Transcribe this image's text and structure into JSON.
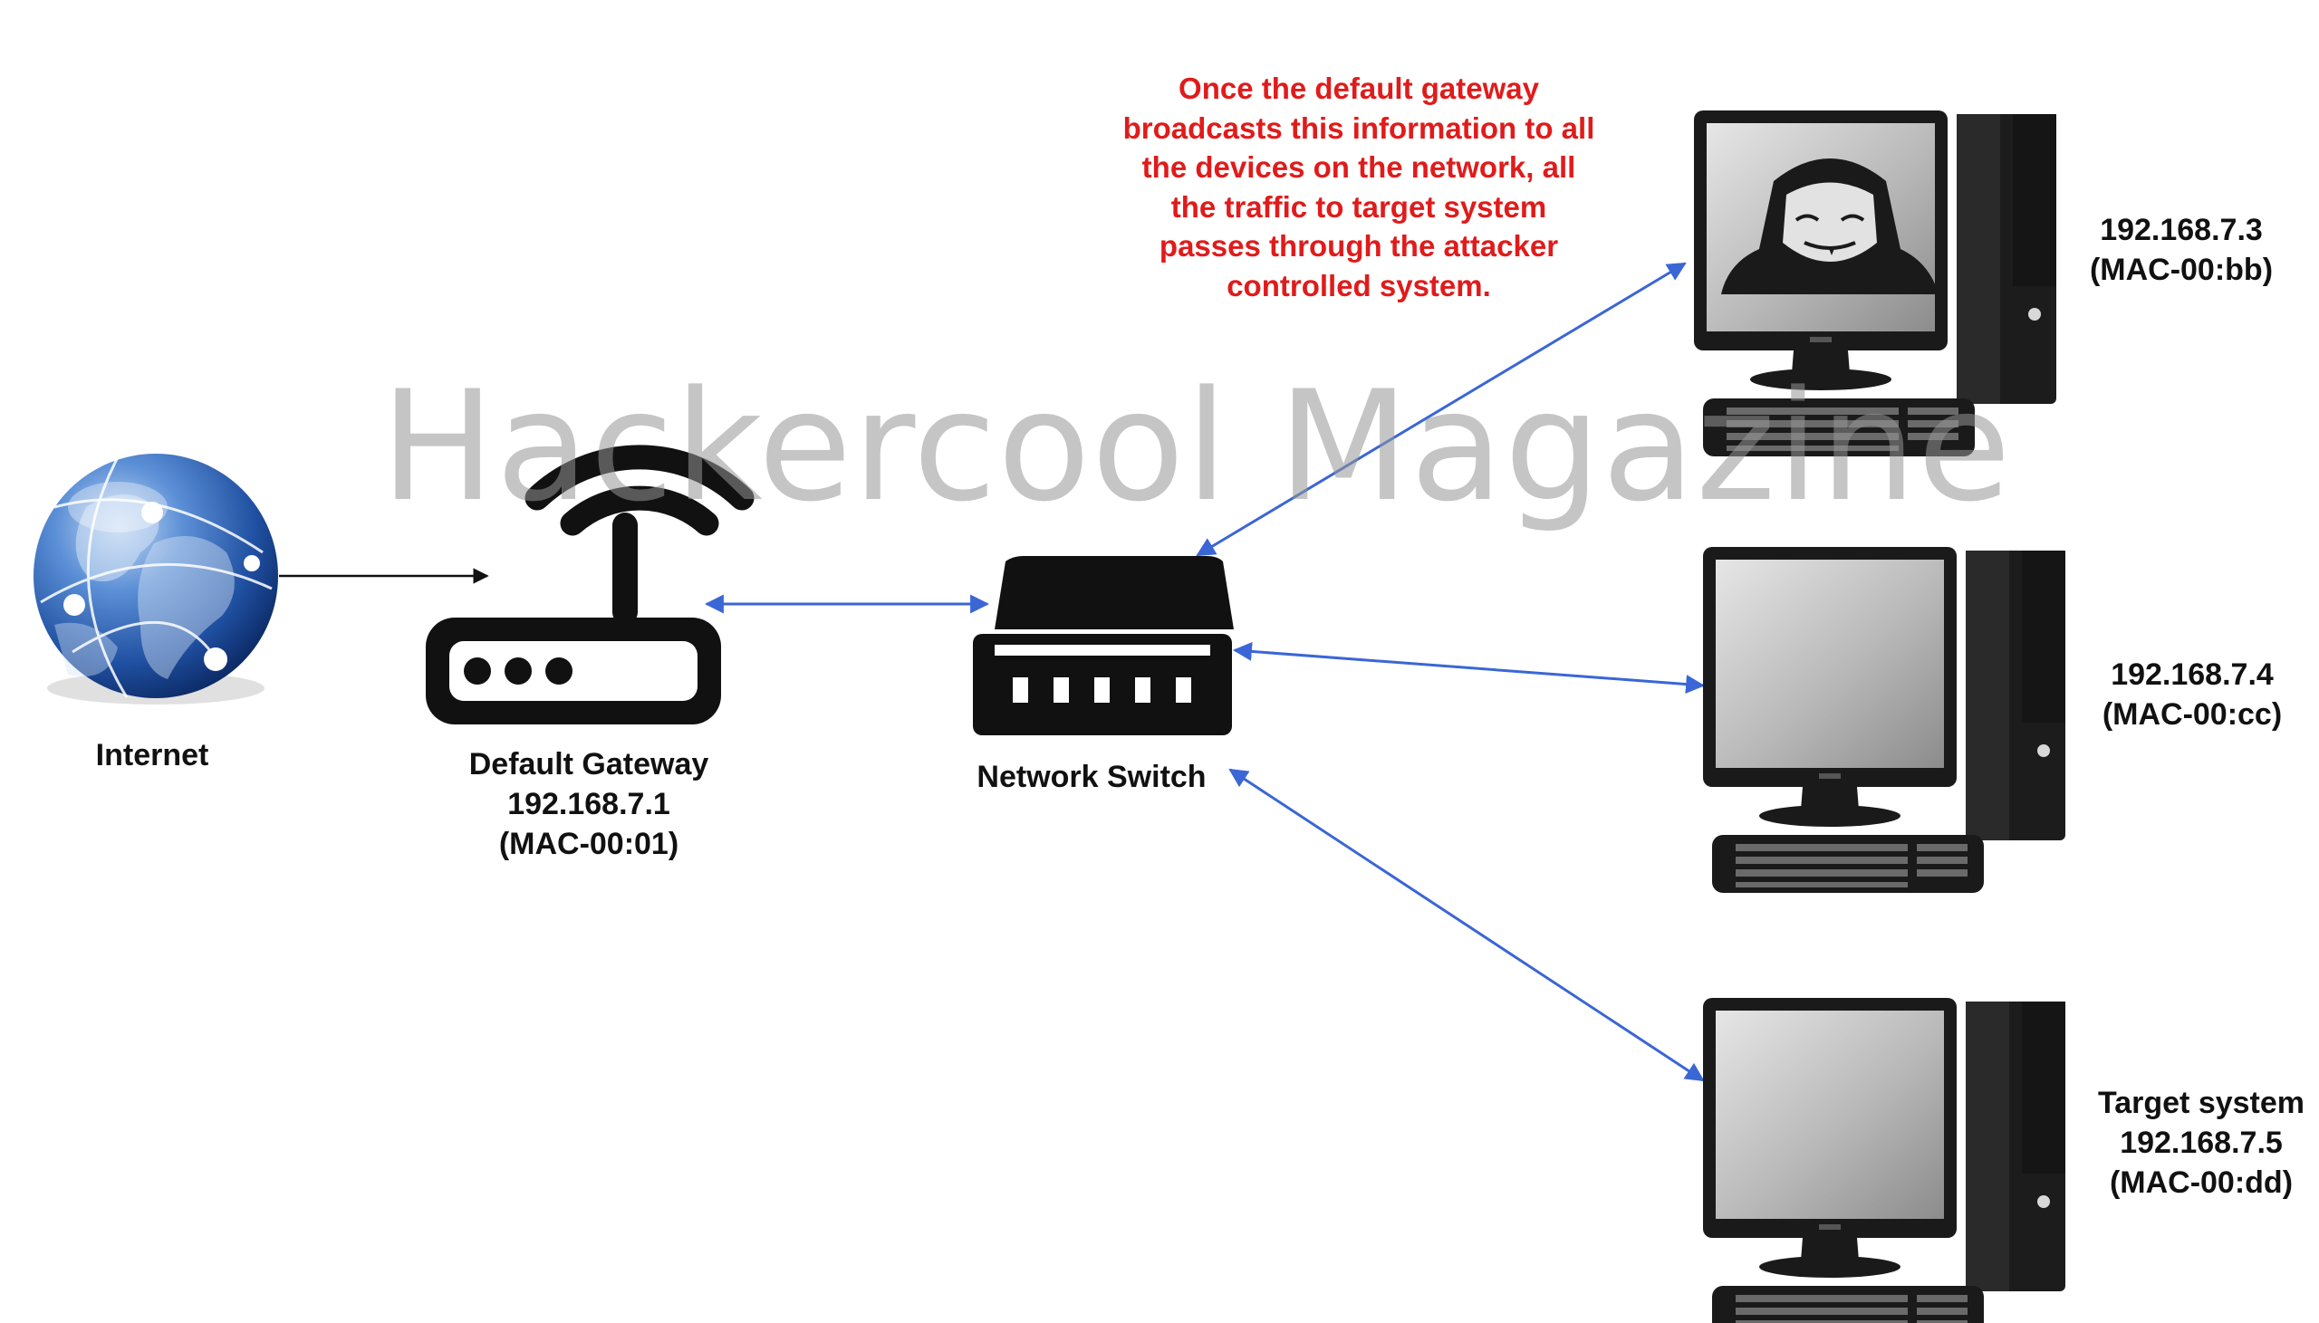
{
  "watermark": "Hackercool Magazine",
  "annotation": {
    "lines": [
      "Once the default gateway",
      "broadcasts this information to all",
      "the devices on the network, all",
      "the traffic to target system",
      "passes through the attacker",
      "controlled system."
    ]
  },
  "nodes": {
    "internet": {
      "label": "Internet"
    },
    "gateway": {
      "lines": [
        "Default Gateway",
        "192.168.7.1",
        "(MAC-00:01)"
      ]
    },
    "switch": {
      "label": "Network Switch"
    },
    "attacker": {
      "lines": [
        "192.168.7.3",
        "(MAC-00:bb)"
      ]
    },
    "host": {
      "lines": [
        "192.168.7.4",
        "(MAC-00:cc)"
      ]
    },
    "target": {
      "lines": [
        "Target system",
        "192.168.7.5",
        "(MAC-00:dd)"
      ]
    }
  },
  "colors": {
    "link": "#3a66d6",
    "annotation": "#e01b1b",
    "icon": "#111111"
  },
  "icons": {
    "internet": "globe-icon",
    "gateway": "wifi-router-icon",
    "switch": "network-switch-icon",
    "computer": "desktop-computer-icon",
    "attacker": "hacker-mask-icon"
  }
}
